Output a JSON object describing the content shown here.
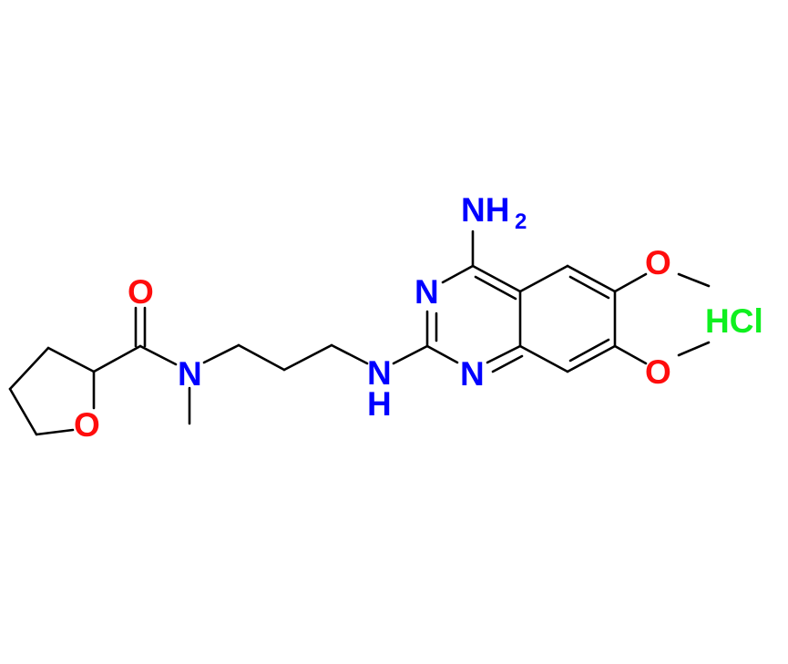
{
  "colors": {
    "bond": "#000000",
    "nitrogen": "#0000ff",
    "oxygen": "#ff0d0d",
    "salt": "#0ff01f"
  },
  "atoms": {
    "amino_n": "NH",
    "amino_sub": "2",
    "ring_n_top": "N",
    "ring_n_bottom": "N",
    "amine_n": "N",
    "amine_h": "H",
    "amide_n": "N",
    "carbonyl_o": "O",
    "ring_o": "O",
    "methoxy_o_top": "O",
    "methoxy_o_bottom": "O",
    "salt": "HCl"
  }
}
